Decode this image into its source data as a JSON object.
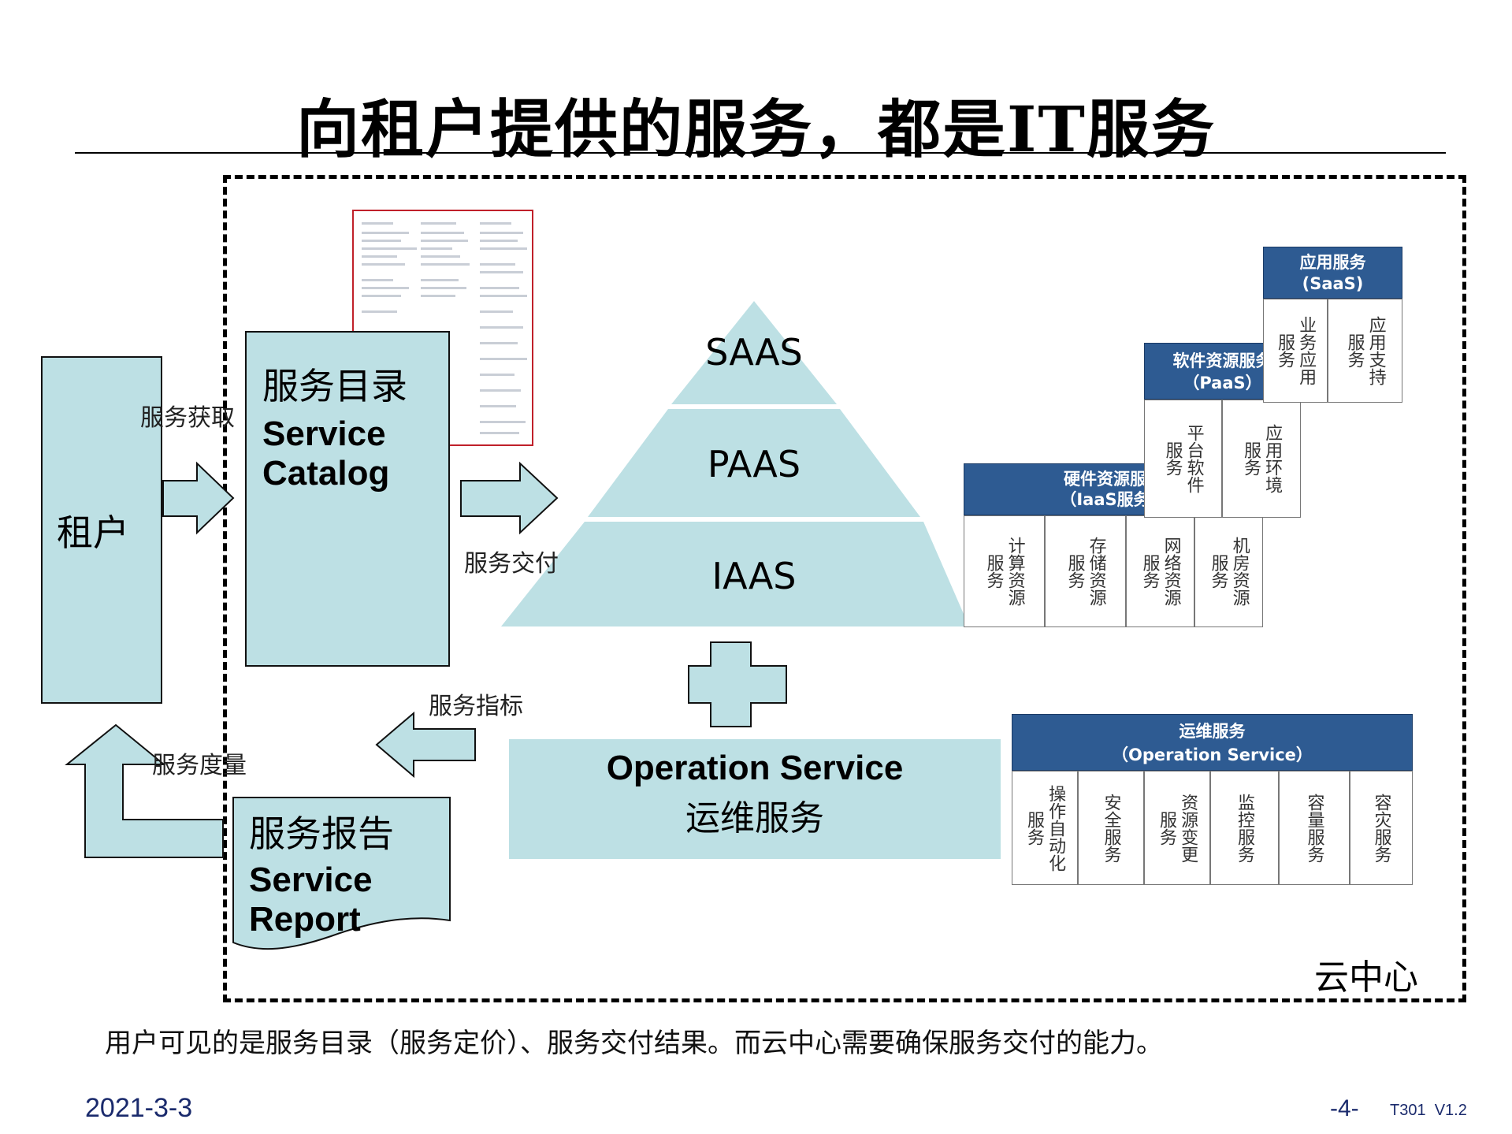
{
  "title": "向租户提供的服务，都是IT服务",
  "tenant": {
    "label": "租户"
  },
  "arrows": {
    "service_acquire": "服务获取",
    "service_delivery": "服务交付",
    "service_metrics": "服务指标",
    "service_measure": "服务度量"
  },
  "catalog": {
    "zh": "服务目录",
    "en_line1": "Service",
    "en_line2": "Catalog"
  },
  "report": {
    "zh": "服务报告",
    "en_line1": "Service",
    "en_line2": "Report"
  },
  "pyramid": {
    "top": "SAAS",
    "middle": "PAAS",
    "bottom": "IAAS"
  },
  "operation": {
    "en": "Operation Service",
    "zh": "运维服务"
  },
  "saas_stack": {
    "header_line1": "应用服务",
    "header_line2": "(SaaS)",
    "cells": [
      {
        "col1": "服务",
        "col2": "业务应用"
      },
      {
        "col1": "服务",
        "col2": "应用支持"
      }
    ]
  },
  "paas_stack": {
    "header_line1": "软件资源服务",
    "header_line2": "（PaaS）",
    "cells": [
      {
        "col1": "服务",
        "col2": "平台软件"
      },
      {
        "col1": "服务",
        "col2": "应用环境"
      }
    ]
  },
  "iaas_stack": {
    "header_line1": "硬件资源服务",
    "header_line2": "（IaaS服务）",
    "cells": [
      {
        "col1": "服务",
        "col2": "计算资源"
      },
      {
        "col1": "服务",
        "col2": "存储资源"
      },
      {
        "col1": "服务",
        "col2": "网络资源"
      },
      {
        "col1": "服务",
        "col2": "机房资源"
      }
    ]
  },
  "ops_stack": {
    "header_line1": "运维服务",
    "header_line2": "（Operation Service）",
    "cells": [
      {
        "col1": "服务",
        "col2": "操作自动化"
      },
      {
        "col1": "",
        "col2": "安全服务"
      },
      {
        "col1": "服务",
        "col2": "资源变更"
      },
      {
        "col1": "",
        "col2": "监控服务"
      },
      {
        "col1": "",
        "col2": "容量服务"
      },
      {
        "col1": "",
        "col2": "容灾服务"
      }
    ]
  },
  "cloud_center": "云中心",
  "caption": "用户可见的是服务目录（服务定价）、服务交付结果。而云中心需要确保服务交付的能力。",
  "footer": {
    "date": "2021-3-3",
    "page": "-4-",
    "version": "T301  V1.2"
  },
  "colors": {
    "teal": "#bde0e4",
    "stack_header": "#2e5b92"
  }
}
